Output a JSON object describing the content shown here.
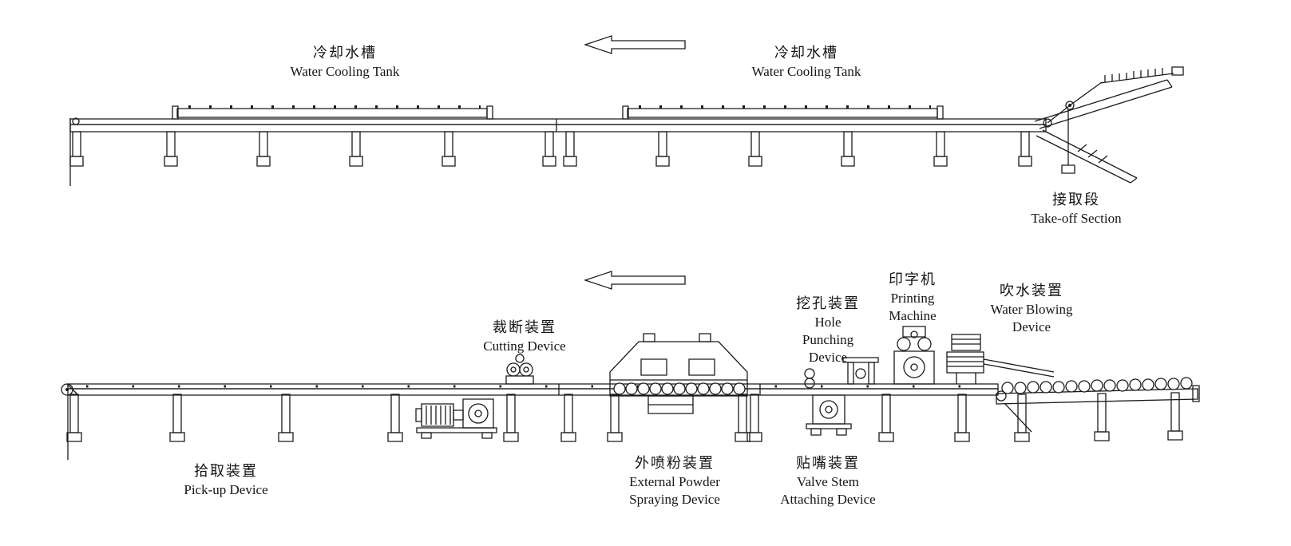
{
  "colors": {
    "background": "#ffffff",
    "line": "#1b1b1b"
  },
  "icons": {
    "flow_arrow_top": "arrow-left",
    "flow_arrow_bottom": "arrow-left"
  },
  "labels": {
    "water_cooling_tank_left": {
      "zh": "冷却水槽",
      "en": "Water Cooling Tank"
    },
    "water_cooling_tank_right": {
      "zh": "冷却水槽",
      "en": "Water Cooling Tank"
    },
    "take_off_section": {
      "zh": "接取段",
      "en": "Take-off Section"
    },
    "pick_up_device": {
      "zh": "拾取装置",
      "en": "Pick-up Device"
    },
    "cutting_device": {
      "zh": "裁断装置",
      "en": "Cutting Device"
    },
    "external_powder_spraying_device": {
      "zh": "外喷粉装置",
      "en1": "External Powder",
      "en2": "Spraying Device"
    },
    "hole_punching_device": {
      "zh": "挖孔装置",
      "en1": "Hole",
      "en2": "Punching",
      "en3": "Device"
    },
    "valve_stem_attaching_device": {
      "zh": "贴嘴装置",
      "en1": "Valve Stem",
      "en2": "Attaching Device"
    },
    "printing_machine": {
      "zh": "印字机",
      "en1": "Printing",
      "en2": "Machine"
    },
    "water_blowing_device": {
      "zh": "吹水装置",
      "en1": "Water Blowing",
      "en2": "Device"
    }
  }
}
